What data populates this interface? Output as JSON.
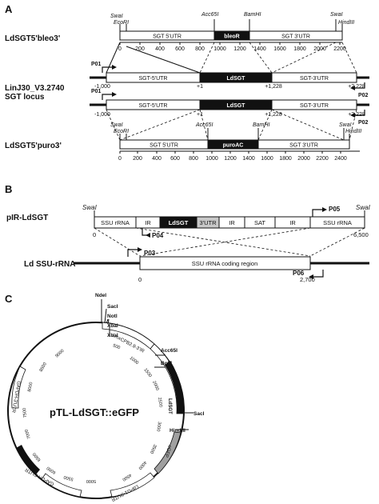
{
  "panels": {
    "a": "A",
    "b": "B",
    "c": "C"
  },
  "a": {
    "row_bleo": {
      "label": "LdSGT5'bleo3'",
      "sites": [
        "SwaI",
        "EcoRI",
        "Acc65I",
        "BamHI",
        "SwaI",
        "HindIII"
      ],
      "segments": [
        "SGT 5'UTR",
        "bleoR",
        "SGT 3'UTR"
      ],
      "scale": [
        "0",
        "200",
        "400",
        "600",
        "800",
        "1000",
        "1200",
        "1400",
        "1600",
        "1800",
        "2000",
        "2200"
      ]
    },
    "row_locus": {
      "label_line1": "LinJ30_V3.2740",
      "label_line2": "SGT locus",
      "primers": [
        "P01",
        "P02"
      ],
      "segments": [
        "SGT-5'UTR",
        "LdSGT",
        "SGT-3'UTR"
      ],
      "coords": [
        "-1,000",
        "+1",
        "+1,228",
        "+2,228"
      ]
    },
    "row_locus2": {
      "primers": [
        "P01",
        "P02"
      ],
      "segments": [
        "SGT-5'UTR",
        "LdSGT",
        "SGT-3'UTR"
      ],
      "coords": [
        "-1,000",
        "+1",
        "+1,228",
        "+2,228"
      ]
    },
    "row_puro": {
      "label": "LdSGT5'puro3'",
      "sites": [
        "SwaI",
        "EcoRI",
        "Acc65I",
        "BamHI",
        "SwaI",
        "HindIII"
      ],
      "segments": [
        "SGT 5'UTR",
        "puroAC",
        "SGT 3'UTR"
      ],
      "scale": [
        "0",
        "200",
        "400",
        "600",
        "800",
        "1000",
        "1200",
        "1400",
        "1600",
        "1800",
        "2000",
        "2200",
        "2400"
      ]
    }
  },
  "b": {
    "plasmid": {
      "label": "pIR-LdSGT",
      "sites": [
        "SwaI",
        "SwaI"
      ],
      "segments": [
        "SSU rRNA",
        "IR",
        "LdSGT",
        "3'UTR",
        "IR",
        "SAT",
        "IR",
        "SSU rRNA"
      ],
      "primers": [
        "P05",
        "P04"
      ],
      "coords": [
        "0",
        "6,500"
      ]
    },
    "genome": {
      "label": "Ld SSU-rRNA",
      "segment": "SSU rRNA coding region",
      "primers": [
        "P03",
        "P06"
      ],
      "coords": [
        "0",
        "2,700"
      ]
    }
  },
  "c": {
    "name": "pTL-LdSGT::eGFP",
    "sites": [
      "NdeI",
      "SacI",
      "NotI",
      "XbaI",
      "XbaI",
      "Acc65I",
      "BglII",
      "SacI",
      "HindIII"
    ],
    "features": [
      "LmxCPB2.8-3'IR",
      "LdSGT",
      "eGFP",
      "LdPG1-3'UTR",
      "GAPDH-5'UTR",
      "neoPT",
      "GAPDH-3'UTR"
    ],
    "ticks": [
      "500",
      "1000",
      "1500",
      "2000",
      "2500",
      "3000",
      "3500",
      "4000",
      "4500",
      "5000",
      "5500",
      "6000",
      "6500",
      "7000",
      "7500",
      "8000",
      "8500",
      "9000"
    ]
  }
}
